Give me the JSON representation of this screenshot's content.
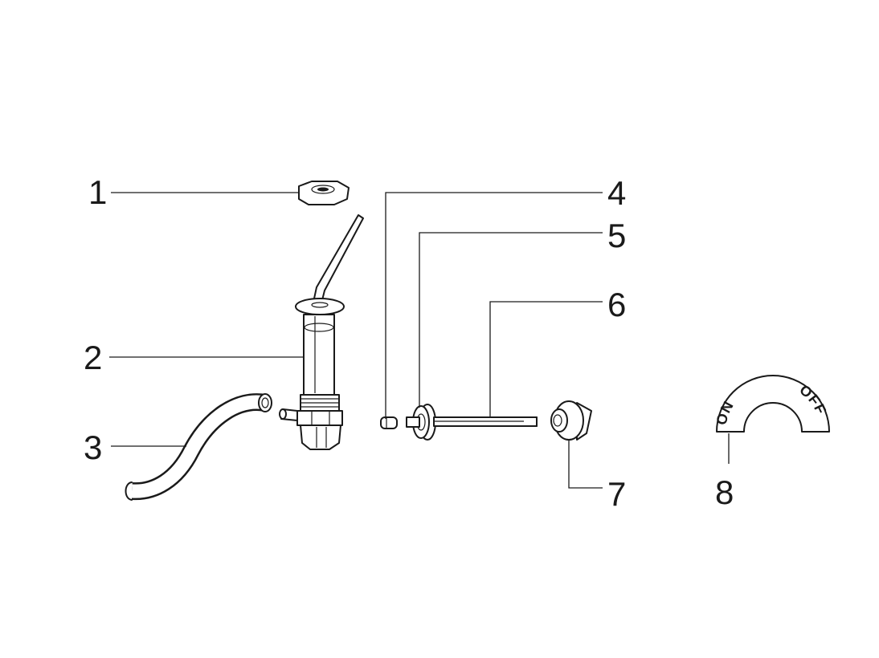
{
  "diagram": {
    "callouts": [
      {
        "id": "1",
        "label": "1"
      },
      {
        "id": "2",
        "label": "2"
      },
      {
        "id": "3",
        "label": "3"
      },
      {
        "id": "4",
        "label": "4"
      },
      {
        "id": "5",
        "label": "5"
      },
      {
        "id": "6",
        "label": "6"
      },
      {
        "id": "7",
        "label": "7"
      },
      {
        "id": "8",
        "label": "8"
      }
    ],
    "dial_plate": {
      "on_label": "ON",
      "off_label": "OFF"
    }
  }
}
